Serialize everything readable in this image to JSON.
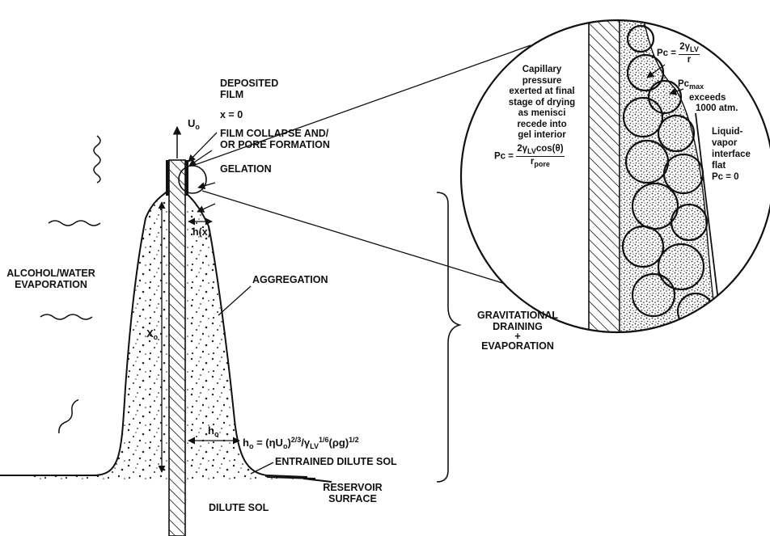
{
  "labels": {
    "deposited_film_line1": "DEPOSITED",
    "deposited_film_line2": "FILM",
    "x_zero": "x = 0",
    "film_collapse_line1": "FILM COLLAPSE AND/",
    "film_collapse_line2": "OR PORE FORMATION",
    "gelation": "GELATION",
    "aggregation": "AGGREGATION",
    "alcohol_water_line1": "ALCOHOL/WATER",
    "alcohol_water_line2": "EVAPORATION",
    "gravitational_line1": "GRAVITATIONAL",
    "gravitational_line2": "DRAINING",
    "gravitational_line3": "+",
    "gravitational_line4": "EVAPORATION",
    "entrained_dilute_sol": "ENTRAINED DILUTE SOL",
    "reservoir_line1": "RESERVOIR",
    "reservoir_line2": "SURFACE",
    "dilute_sol": "DILUTE SOL",
    "withdrawal_speed": {
      "symbol": "U",
      "sub": "o"
    },
    "meniscus_height": {
      "symbol": "X",
      "sub": "o"
    },
    "thickness_label": "h(x)",
    "h_o_label": {
      "symbol": "h",
      "sub": "o"
    }
  },
  "equation_ho": {
    "lhs": "h",
    "lhs_sub": "o",
    "rhs_part1": " = (ηU",
    "rhs_sub1": "o",
    "rhs_part2": ")",
    "rhs_sup1": "2/3",
    "rhs_part3": "/γ",
    "rhs_sub2": "LV",
    "rhs_sup2": "1/6",
    "rhs_part4": "(ρg)",
    "rhs_sup3": "1/2"
  },
  "inset": {
    "capillary_lines": [
      "Capillary",
      "pressure",
      "exerted at final",
      "stage of drying",
      "as menisci",
      "recede into",
      "gel interior"
    ],
    "capillary_eq": {
      "lhs": "Pc = ",
      "num": "2γ",
      "num_sub": "LV",
      "num_tail": "cos(θ)",
      "den": "r",
      "den_sub": "pore"
    },
    "pc_eq": {
      "lhs": "Pc = ",
      "num": "2γ",
      "num_sub": "LV",
      "den": "r"
    },
    "pcmax": {
      "symbol": "Pc",
      "sub": "max",
      "line2": "exceeds",
      "line3": "1000 atm."
    },
    "liquid_vapor_lines": [
      "Liquid-",
      "vapor",
      "interface",
      "flat",
      "Pc = 0"
    ]
  },
  "colors": {
    "ink": "#111111",
    "background": "#ffffff"
  }
}
